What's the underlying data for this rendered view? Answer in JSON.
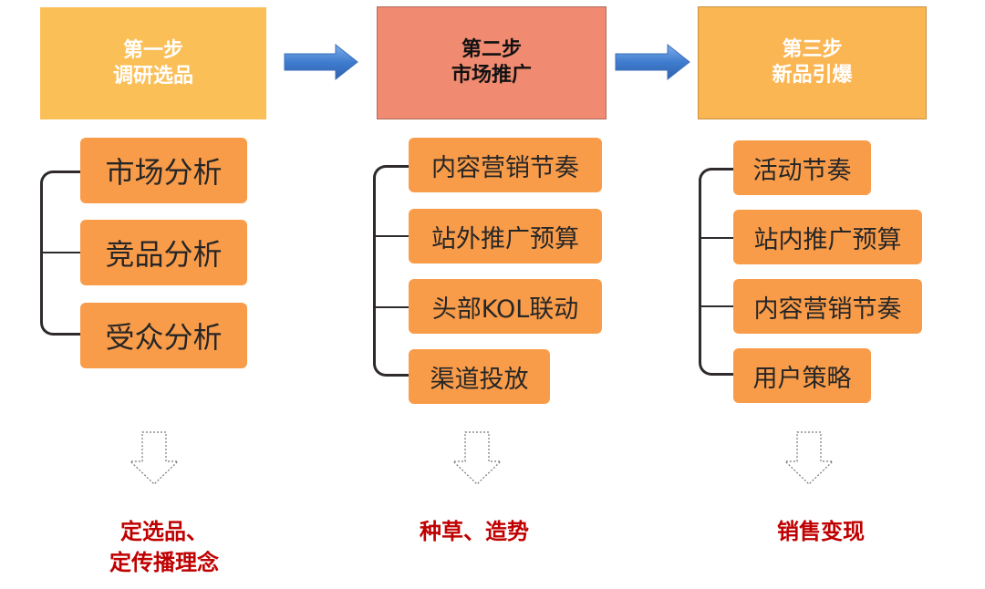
{
  "stages": [
    {
      "step": "第一步",
      "name": "调研选品",
      "color": "#fbbf58",
      "text_color": "#ffffff",
      "items": [
        "市场分析",
        "竞品分析",
        "受众分析"
      ],
      "outcome": [
        "定选品、",
        "定传播理念"
      ]
    },
    {
      "step": "第二步",
      "name": "市场推广",
      "color": "#f08a70",
      "text_color": "#111111",
      "items": [
        "内容营销节奏",
        "站外推广预算",
        "头部KOL联动",
        "渠道投放"
      ],
      "outcome": [
        "种草、造势"
      ]
    },
    {
      "step": "第三步",
      "name": "新品引爆",
      "color": "#fbb654",
      "text_color": "#ffffff",
      "items": [
        "活动节奏",
        "站内推广预算",
        "内容营销节奏",
        "用户策略"
      ],
      "outcome": [
        "销售变现"
      ]
    }
  ],
  "colors": {
    "item_fill": "#f99c4a",
    "arrow_blue": "#4a86d4",
    "outcome_red": "#c00000"
  }
}
